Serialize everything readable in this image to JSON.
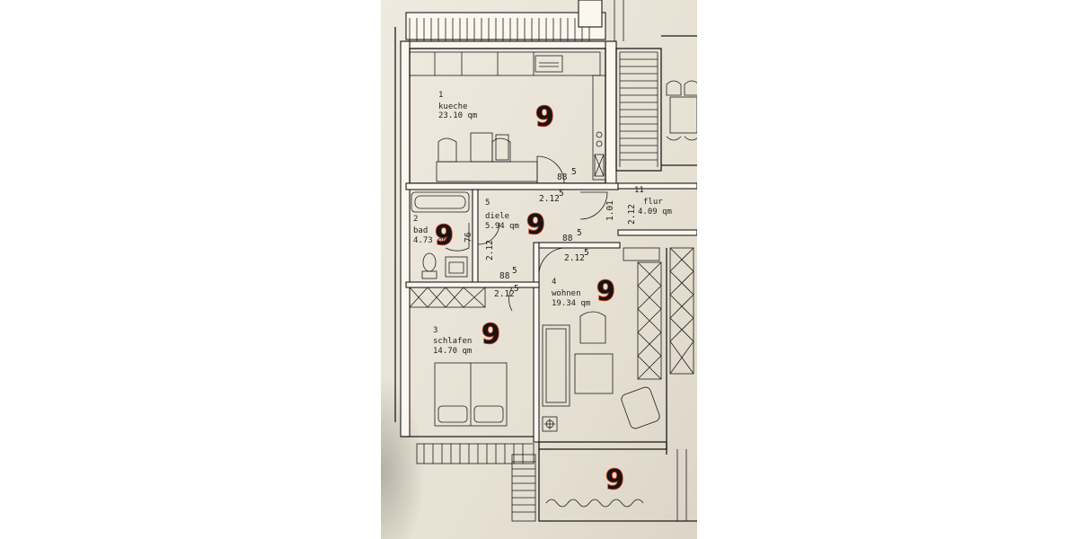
{
  "rooms": [
    {
      "id": "kueche",
      "number": "1",
      "name": "kueche",
      "area": "23.10 qm",
      "mark": "9"
    },
    {
      "id": "bad",
      "number": "2",
      "name": "bad",
      "area": "4.73 qm",
      "mark": "9"
    },
    {
      "id": "schlafen",
      "number": "3",
      "name": "schlafen",
      "area": "14.70 qm",
      "mark": "9"
    },
    {
      "id": "wohnen",
      "number": "4",
      "name": "wohnen",
      "area": "19.34 qm",
      "mark": "9"
    },
    {
      "id": "diele",
      "number": "5",
      "name": "diele",
      "area": "5.94 qm",
      "mark": "9"
    },
    {
      "id": "flur",
      "number": "11",
      "name": "flur",
      "area": "4.09 qm"
    }
  ],
  "balcony_mark": "9",
  "dimensions": {
    "kueche_door_width": "88",
    "kueche_door_height": "2.12",
    "wohnen_door_width": "88",
    "wohnen_door_height": "2.12",
    "schlafen_door_width": "88",
    "schlafen_door_height": "2.12",
    "bad_door_width": "76",
    "bad_door_height": "2.12",
    "flur_door_width": "1.01",
    "flur_door_height": "2.12",
    "sup": "5"
  },
  "colors": {
    "paper": "#e9e3d7",
    "ink": "#1c1c1c",
    "marker": "#e0512a"
  }
}
